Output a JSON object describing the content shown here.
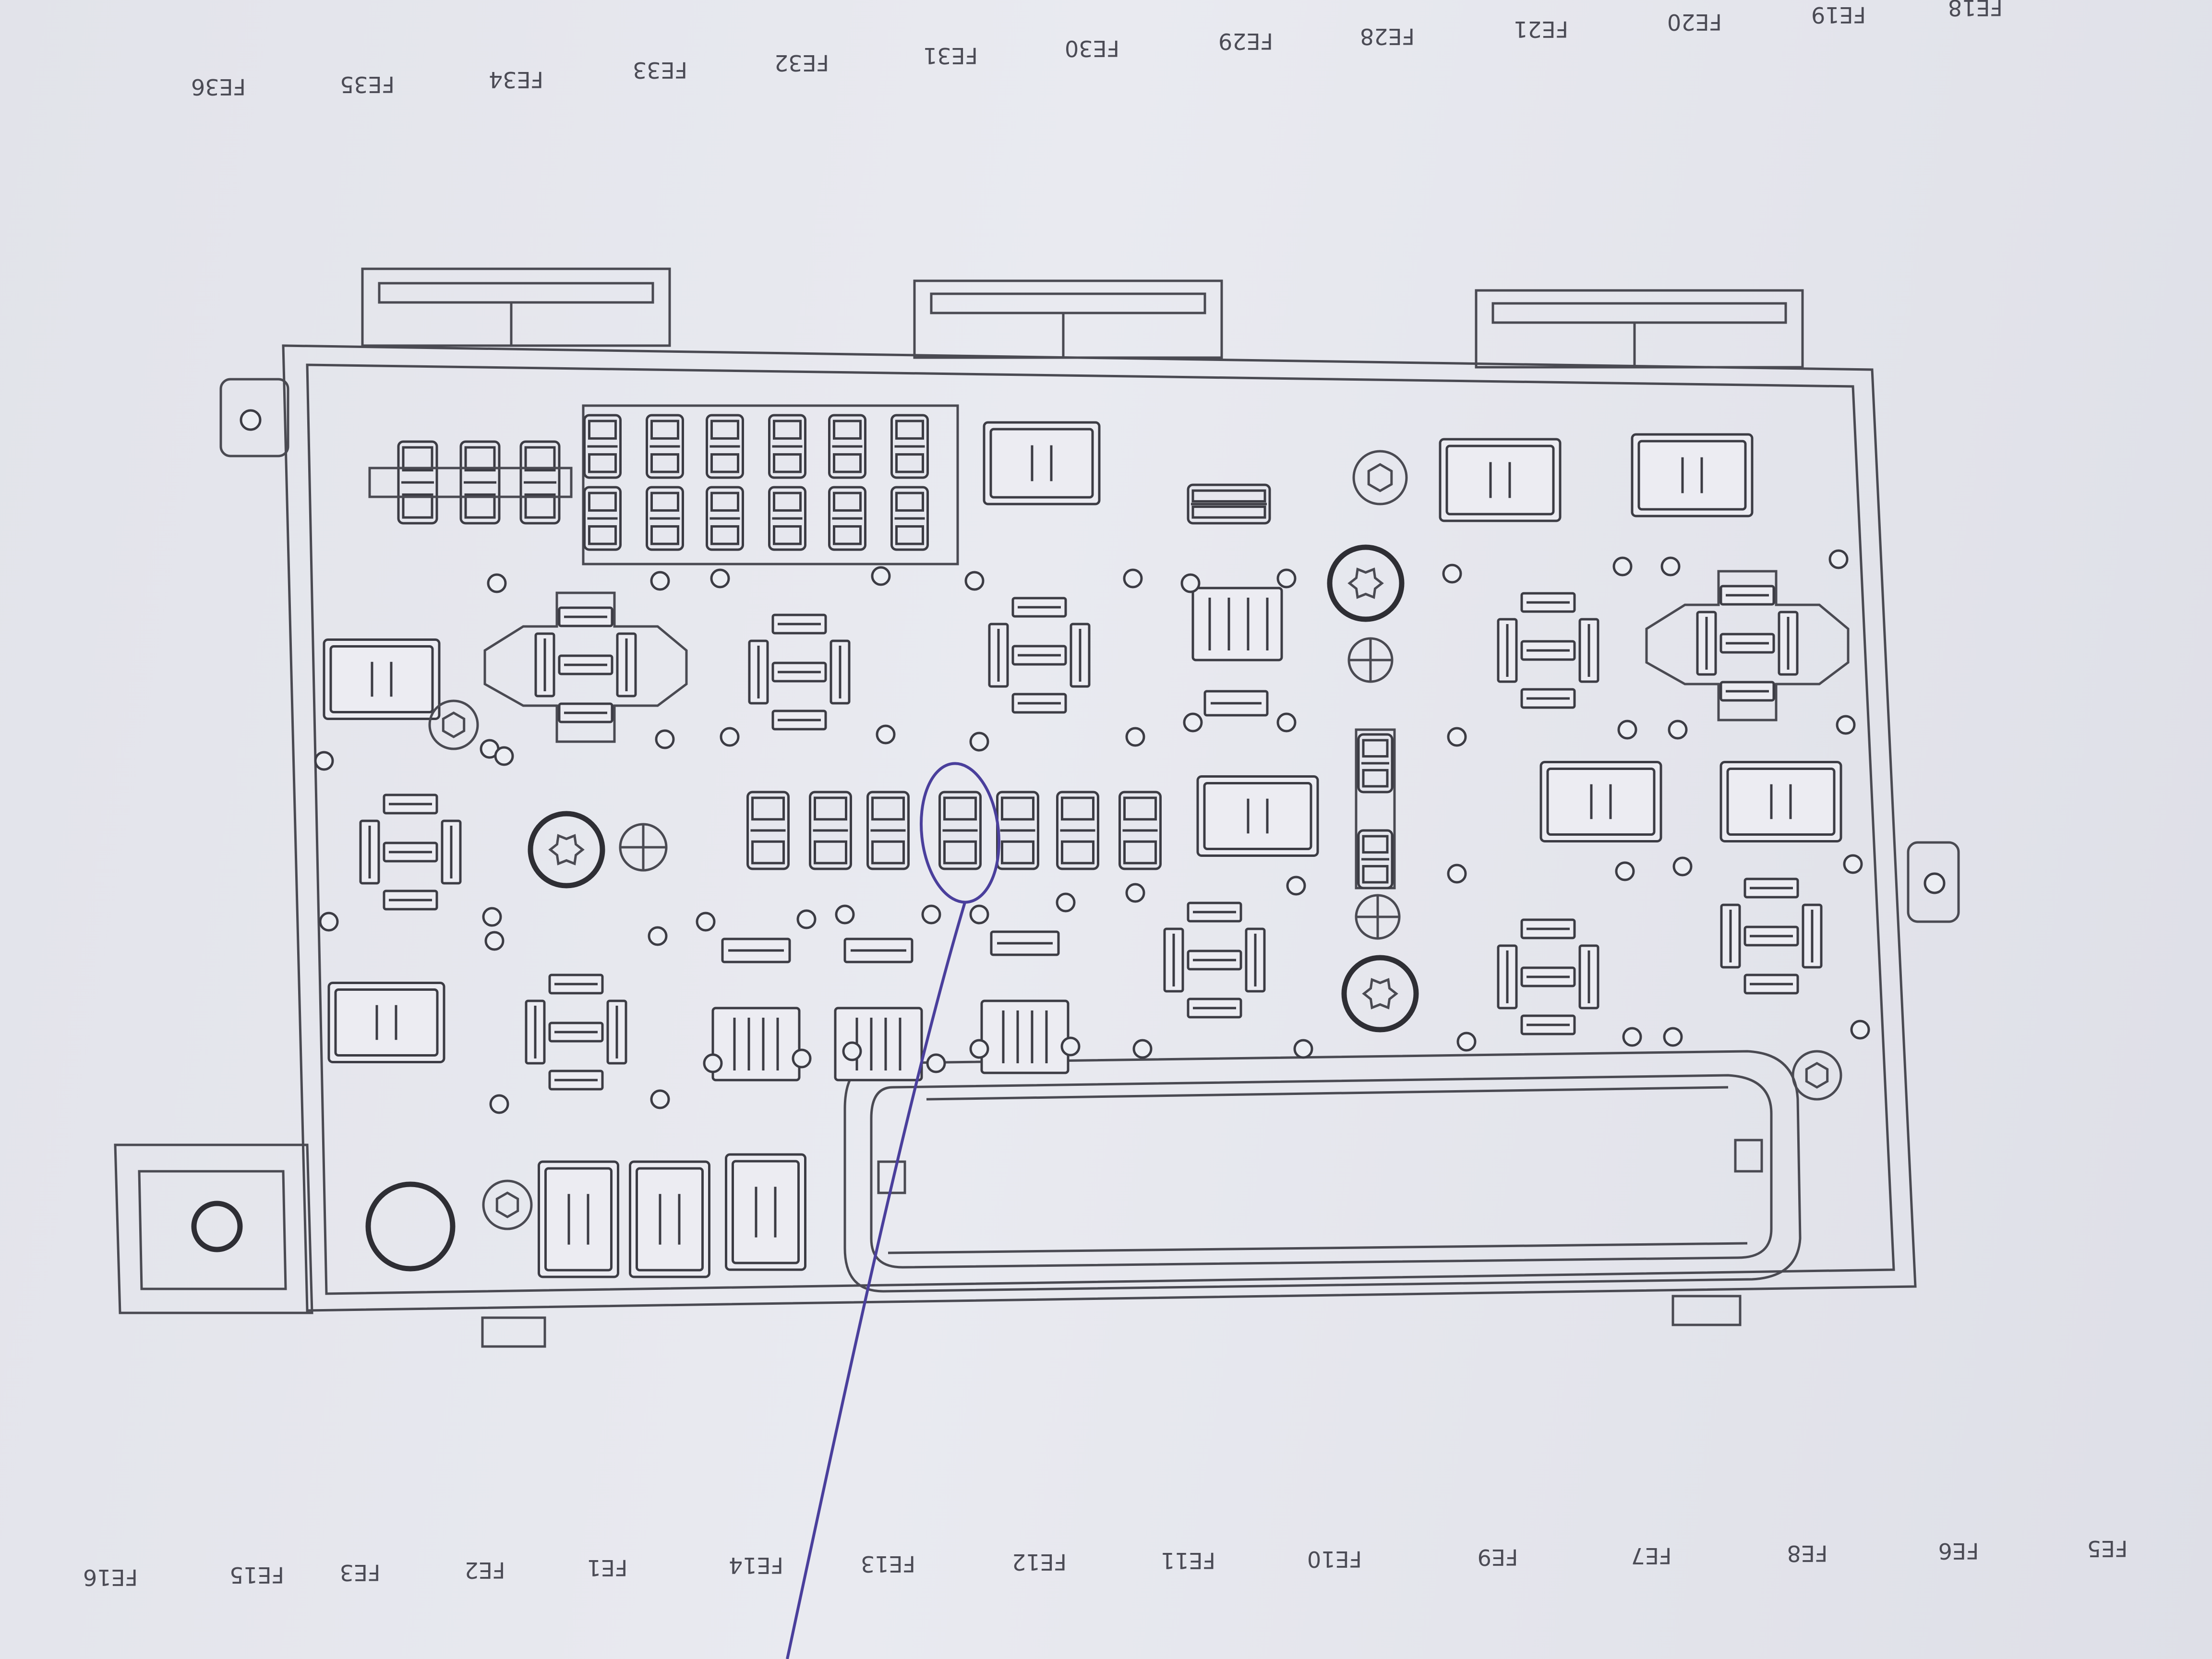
{
  "diagram": {
    "top_labels": [
      "FE36",
      "FE35",
      "FE34",
      "FE33",
      "FE32",
      "FE31",
      "FE30",
      "FE29",
      "FE28",
      "FE21",
      "FE20",
      "FE19",
      "FE18"
    ],
    "bottom_labels": [
      "FE16",
      "FE15",
      "FE3",
      "FE2",
      "FE1",
      "FE14",
      "FE13",
      "FE12",
      "FE11",
      "FE10",
      "FE9",
      "FE7",
      "FE8",
      "FE6",
      "FE5"
    ]
  },
  "colors": {
    "paper": "#e6e7ee",
    "line": "#3c3c44",
    "ink_annotation": "#4a3f9c"
  }
}
